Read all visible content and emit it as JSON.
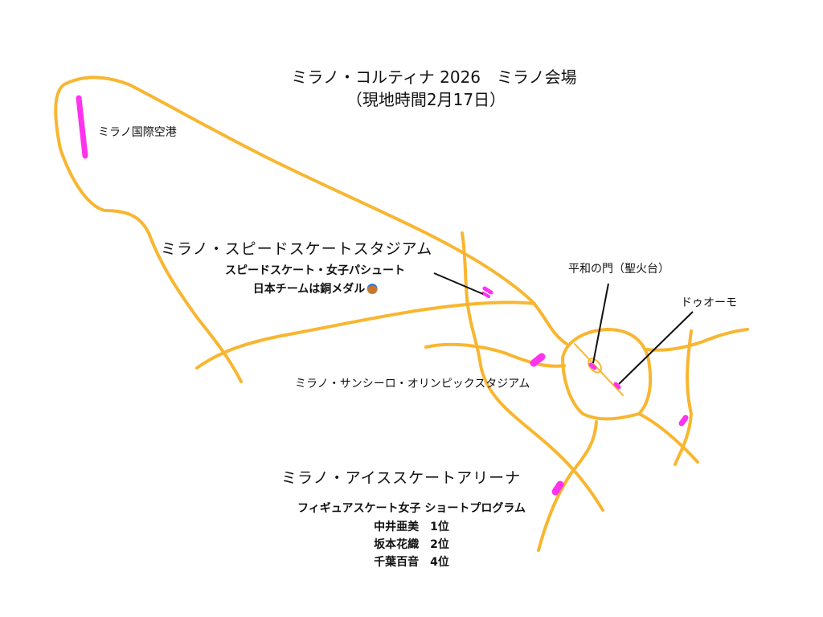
{
  "title": {
    "line1": "ミラノ・コルティナ 2026　ミラノ会場",
    "line2": "（現地時間2月17日）"
  },
  "colors": {
    "road": "#f8b630",
    "venue": "#ff33ee",
    "pointer": "#111111"
  },
  "places": {
    "airport": "ミラノ国際空港",
    "speed_stadium": "ミラノ・スピードスケートスタジアム",
    "speed_event": "スピードスケート・女子パシュート",
    "speed_result": "日本チームは銅メダル",
    "speed_medal_icon": "bronze-medal-icon",
    "peace_gate": "平和の門（聖火台）",
    "duomo": "ドゥオーモ",
    "san_siro": "ミラノ・サンシーロ・オリンピックスタジアム",
    "ice_arena": "ミラノ・アイススケートアリーナ",
    "figure_event": "フィギュアスケート女子 ショートプログラム",
    "results": [
      "中井亜美　1位",
      "坂本花織　2位",
      "千葉百音　4位"
    ]
  }
}
